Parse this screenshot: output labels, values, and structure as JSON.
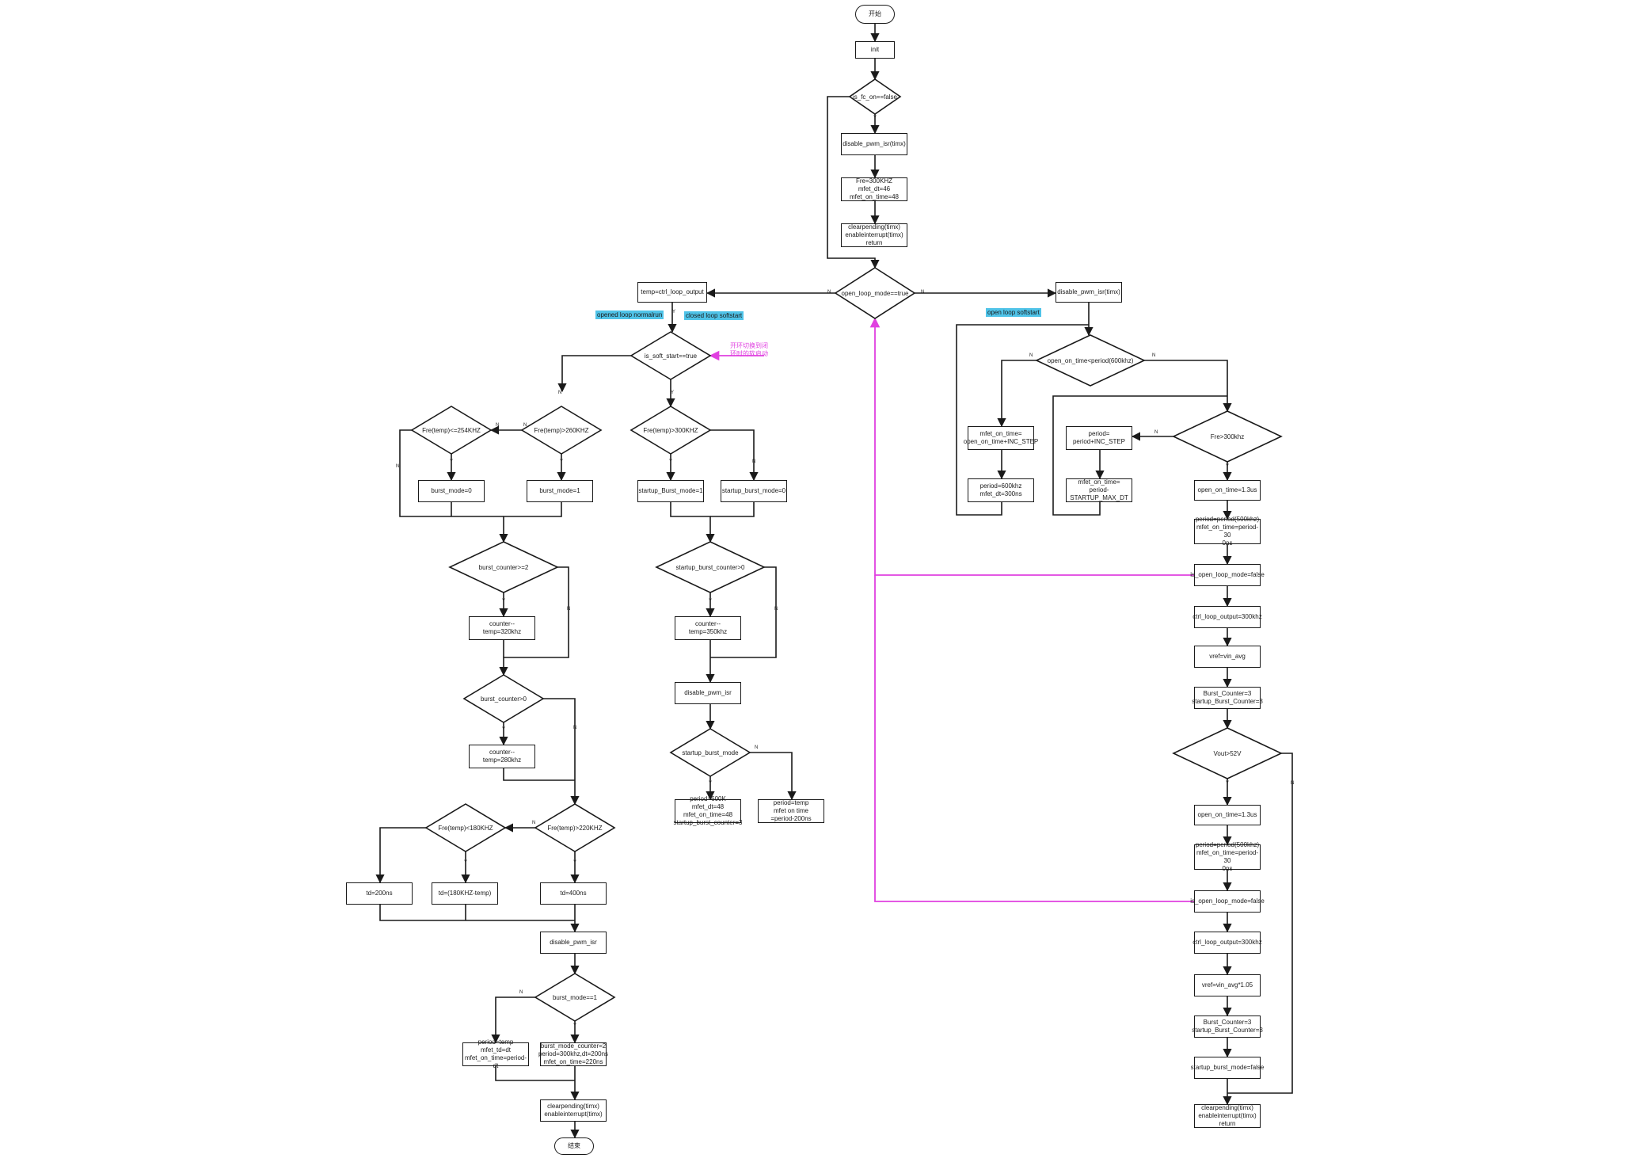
{
  "nodes": {
    "start": "开始",
    "init": "init",
    "d_fault": "is_fc_on==false",
    "disable1": "disable_pwm_isr(timx)",
    "cfg1": "Fre=300KHZ\nmfet_dt=46\nmfet_on_time=48",
    "clear1": "clearpending(timx)\nenableinterrupt(timx)\nreturn",
    "d_open": "open_loop_mode==true",
    "temp_ctrl": "temp=ctrl_loop_output",
    "d_soft": "is_soft_start==true",
    "d_f260": "Fre(temp)>260KHZ",
    "d_f254": "Fre(temp)<=254KHZ",
    "burst0": "burst_mode=0",
    "burst1": "burst_mode=1",
    "d_f300": "Fre(temp)>300KHZ",
    "sb1": "startup_Burst_mode=1",
    "sb0": "startup_burst_mode=0",
    "d_bc2": "burst_counter>=2",
    "cnt1": "counter--\ntemp=320khz",
    "d_bc0": "burst_counter>0",
    "cnt2": "counter--\ntemp=280khz",
    "d_f220": "Fre(temp)>220KHZ",
    "d_f180": "Fre(temp)<180KHZ",
    "td200": "td=200ns",
    "td_mid": "td=(180KHZ-temp)",
    "td400": "td=400ns",
    "disable2": "disable_pwm_isr",
    "d_bm1": "burst_mode==1",
    "period_temp": "period=temp\nmfet_td=dt\nmfet_on_time=period-dt",
    "bm_counter": "burst_mode_counter=2\nperiod=300khz,dt=200ns\nmfet_on_time=220ns",
    "clear2": "clearpending(timx)\nenableinterrupt(timx)",
    "end": "结束",
    "d_sbc": "startup_burst_counter>0",
    "cnt3": "counter--\ntemp=350khz",
    "disable3": "disable_pwm_isr",
    "d_sbm": "startup_burst_mode",
    "p600": "period=600K mfet_dt=48\nmfet_on_time=48\nstartup_burst_counter=3",
    "ptemp": "period=temp\nmfet on time\n=period-200ns",
    "disable4": "disable_pwm_isr(timx)",
    "d_ot": "open_on_time<period(600khz)",
    "mfet_inc": "mfet_on_time=\nopen_on_time+INC_STEP",
    "p600b": "period=600khz\nmfet_dt=300ns",
    "d_f300b": "Fre>300khz",
    "period_inc": "period=\nperiod+INC_STEP",
    "mfet_startup": "mfet_on_time=\nperiod-STARTUP_MAX_DT",
    "ot13a": "open_on_time=1.3us",
    "p500a": "period=period(500khz)\nmfet_on_time=period-30\n0ns",
    "iolm_a": "is_open_loop_mode=false",
    "ctrl300a": "ctrl_loop_output=300khz",
    "vref_a": "vref=vin_avg",
    "bc_a": "Burst_Counter=3\nstartup_Burst_Counter=3",
    "d_vout": "Vout>52V",
    "ot13b": "open_on_time=1.3us",
    "p500b": "period=period(500khz)\nmfet_on_time=period-30\n0ns",
    "iolm_b": "is_open_loop_mode=false",
    "ctrl300b": "ctrl_loop_output=300khz",
    "vref_b": "vref=vin_avg*1.05",
    "bc_b": "Burst_Counter=3\nstartup_Burst_Counter=3",
    "sbm_false": "startup_burst_mode=false",
    "clear3": "clearpending(timx)\nenableinterrupt(timx)\nreturn"
  },
  "labels": {
    "y": "Y",
    "n": "N",
    "opened_loop_normalrun": "opened loop normalrun",
    "closed_loop_softstart": "closed loop softstart",
    "open_loop_softstart": "open loop softstart",
    "magenta_note": "开环切换到闭\n环时的软启动"
  },
  "colors": {
    "line": "#1a1a1a",
    "accent": "#e040e0",
    "highlight": "#4fc3e8",
    "background": "#ffffff"
  }
}
